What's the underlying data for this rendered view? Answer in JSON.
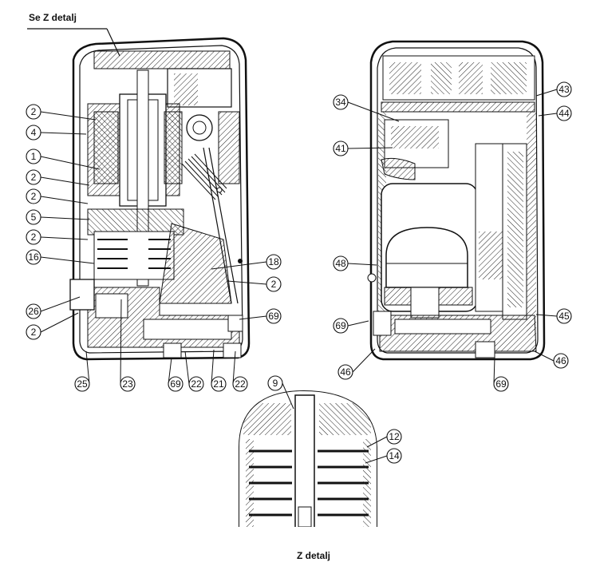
{
  "detail_caption_top": "Se Z detalj",
  "detail_caption_bottom": "Z detalj",
  "left_view_callouts": [
    "2",
    "4",
    "1",
    "2",
    "2",
    "5",
    "2",
    "16",
    "26",
    "2",
    "18",
    "2",
    "69",
    "25",
    "23",
    "69",
    "22",
    "21",
    "22"
  ],
  "right_view_callouts": [
    "34",
    "41",
    "43",
    "44",
    "48",
    "69",
    "45",
    "46",
    "46",
    "69"
  ],
  "detail_view_callouts": [
    "9",
    "12",
    "14"
  ]
}
